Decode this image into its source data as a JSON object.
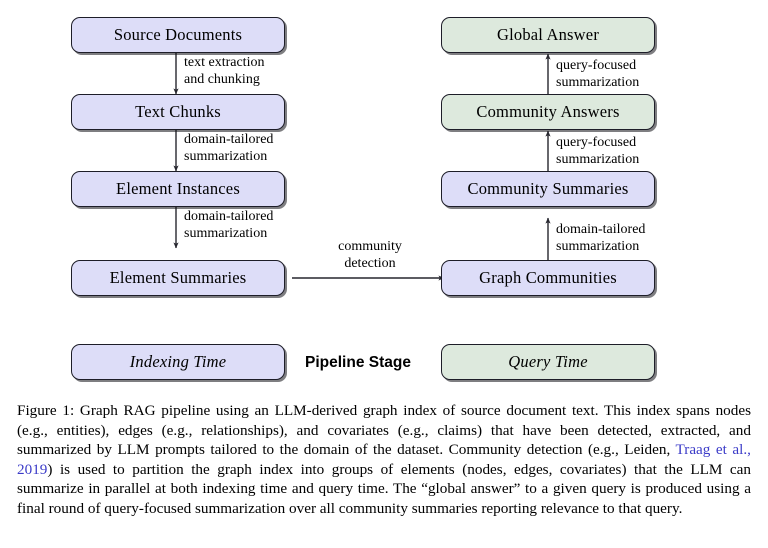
{
  "figure": {
    "columns": {
      "left_label": "Indexing Time",
      "right_label": "Query Time",
      "middle_label": "Pipeline Stage"
    },
    "colors": {
      "indexing_fill": "#ddddf8",
      "query_fill": "#dde9dd",
      "border": "#1d1d28",
      "citation_link": "#3b3bc8"
    },
    "nodes": [
      {
        "id": "source-documents",
        "label": "Source Documents",
        "stage": "indexing"
      },
      {
        "id": "text-chunks",
        "label": "Text Chunks",
        "stage": "indexing"
      },
      {
        "id": "element-instances",
        "label": "Element Instances",
        "stage": "indexing"
      },
      {
        "id": "element-summaries",
        "label": "Element Summaries",
        "stage": "indexing"
      },
      {
        "id": "graph-communities",
        "label": "Graph Communities",
        "stage": "indexing"
      },
      {
        "id": "community-summaries",
        "label": "Community Summaries",
        "stage": "indexing"
      },
      {
        "id": "community-answers",
        "label": "Community Answers",
        "stage": "query"
      },
      {
        "id": "global-answer",
        "label": "Global Answer",
        "stage": "query"
      }
    ],
    "edges": [
      {
        "id": "edge-source-to-chunks",
        "from": "source-documents",
        "to": "text-chunks",
        "label_line1": "text extraction",
        "label_line2": "and chunking"
      },
      {
        "id": "edge-chunks-to-instances",
        "from": "text-chunks",
        "to": "element-instances",
        "label_line1": "domain-tailored",
        "label_line2": "summarization"
      },
      {
        "id": "edge-instances-to-summaries",
        "from": "element-instances",
        "to": "element-summaries",
        "label_line1": "domain-tailored",
        "label_line2": "summarization"
      },
      {
        "id": "edge-summaries-to-communities",
        "from": "element-summaries",
        "to": "graph-communities",
        "label_line1": "community",
        "label_line2": "detection"
      },
      {
        "id": "edge-communities-to-comsummaries",
        "from": "graph-communities",
        "to": "community-summaries",
        "label_line1": "domain-tailored",
        "label_line2": "summarization"
      },
      {
        "id": "edge-comsummaries-to-answers",
        "from": "community-summaries",
        "to": "community-answers",
        "label_line1": "query-focused",
        "label_line2": "summarization"
      },
      {
        "id": "edge-answers-to-global",
        "from": "community-answers",
        "to": "global-answer",
        "label_line1": "query-focused",
        "label_line2": "summarization"
      }
    ]
  },
  "caption": {
    "part1": "Figure 1: Graph RAG pipeline using an LLM-derived graph index of source document text. This index spans nodes (e.g., entities), edges (e.g., relationships), and covariates (e.g., claims) that have been detected, extracted, and summarized by LLM prompts tailored to the domain of the dataset. Community detection (e.g., Leiden, ",
    "citation": "Traag et al., 2019",
    "part2": ") is used to partition the graph index into groups of elements (nodes, edges, covariates) that the LLM can summarize in parallel at both indexing time and query time. The “global answer” to a given query is produced using a final round of query-focused summarization over all community summaries reporting relevance to that query."
  }
}
